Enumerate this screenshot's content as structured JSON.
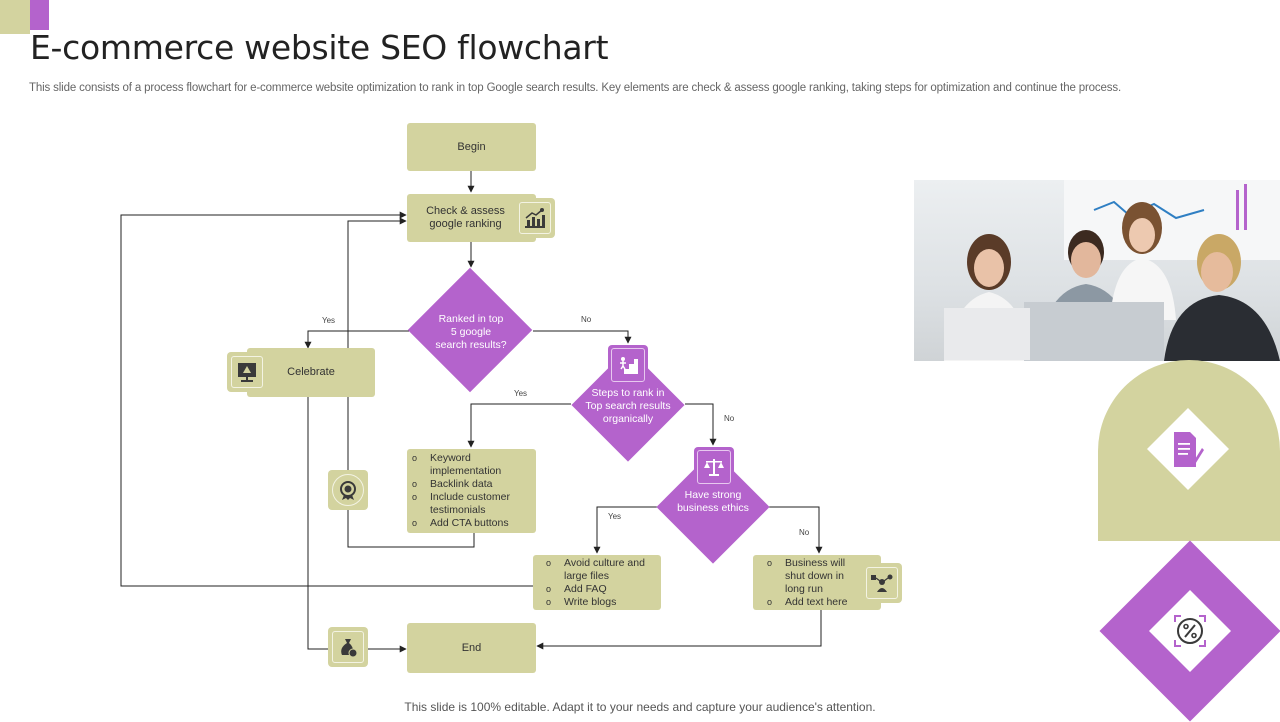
{
  "header": {
    "title": "E-commerce website SEO flowchart",
    "subtitle": "This slide consists of a process flowchart for e-commerce website optimization to rank in top Google search results. Key elements are check & assess google ranking, taking steps for optimization and continue the process."
  },
  "colors": {
    "olive": "#d3d39f",
    "purple": "#b463cc",
    "line": "#222222",
    "icon_dark": "#3a3a3a"
  },
  "flow": {
    "begin": "Begin",
    "check_line1": "Check & assess",
    "check_line2": "google ranking",
    "ranked_line1": "Ranked in top",
    "ranked_line2": "5 google",
    "ranked_line3": "search results?",
    "celebrate": "Celebrate",
    "steps_line1": "Steps to rank in",
    "steps_line2": "Top search results",
    "steps_line3": "organically",
    "ethics_line1": "Have strong",
    "ethics_line2": "business ethics",
    "end": "End",
    "yes": "Yes",
    "no": "No",
    "keyword_items": [
      "Keyword implementation",
      "Backlink data",
      "Include customer testimonials",
      "Add CTA buttons"
    ],
    "culture_items": [
      "Avoid culture and large files",
      "Add FAQ",
      "Write blogs"
    ],
    "business_items": [
      "Business will shut down in long run",
      "Add text here"
    ]
  },
  "icons": {
    "check": "growth-chart-icon",
    "celebrate": "presentation-board-icon",
    "award": "award-medal-icon",
    "steps": "stairs-climb-icon",
    "ethics": "justice-scale-icon",
    "money": "money-bag-icon",
    "business": "team-network-icon",
    "document": "document-edit-icon",
    "percent": "percent-badge-icon"
  },
  "photo": {
    "subject": "team-photo"
  },
  "footer": "This slide is 100% editable. Adapt it to your needs and capture your audience's attention."
}
